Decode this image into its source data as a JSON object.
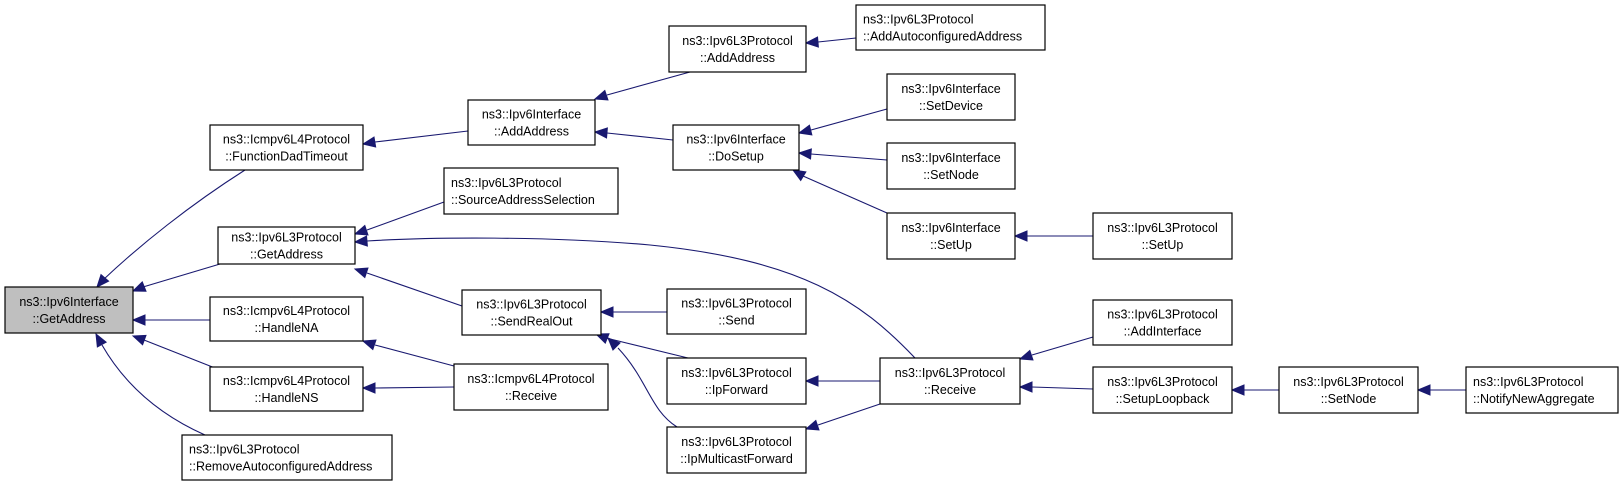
{
  "title": "Caller graph of ns3::Ipv6Interface::GetAddress",
  "colors": {
    "edge": "#191970",
    "root_fill": "#bfbfbf",
    "node_fill": "#ffffff",
    "node_border": "#000000"
  },
  "nodes": [
    {
      "id": "n0",
      "line1": "ns3::Ipv6Interface",
      "line2": "::GetAddress",
      "root": true
    },
    {
      "id": "n1",
      "line1": "ns3::Icmpv6L4Protocol",
      "line2": "::FunctionDadTimeout"
    },
    {
      "id": "n2",
      "line1": "ns3::Ipv6L3Protocol",
      "line2": "::GetAddress"
    },
    {
      "id": "n3",
      "line1": "ns3::Icmpv6L4Protocol",
      "line2": "::HandleNA"
    },
    {
      "id": "n4",
      "line1": "ns3::Icmpv6L4Protocol",
      "line2": "::HandleNS"
    },
    {
      "id": "n5",
      "line1": "ns3::Ipv6L3Protocol",
      "line2": "::RemoveAutoconfiguredAddress",
      "align": "left"
    },
    {
      "id": "n6",
      "line1": "ns3::Ipv6Interface",
      "line2": "::AddAddress"
    },
    {
      "id": "n7",
      "line1": "ns3::Ipv6L3Protocol",
      "line2": "::SourceAddressSelection",
      "align": "left"
    },
    {
      "id": "n8",
      "line1": "ns3::Ipv6L3Protocol",
      "line2": "::SendRealOut"
    },
    {
      "id": "n9",
      "line1": "ns3::Icmpv6L4Protocol",
      "line2": "::Receive"
    },
    {
      "id": "n10",
      "line1": "ns3::Ipv6L3Protocol",
      "line2": "::AddAddress"
    },
    {
      "id": "n11",
      "line1": "ns3::Ipv6Interface",
      "line2": "::DoSetup"
    },
    {
      "id": "n12",
      "line1": "ns3::Ipv6L3Protocol",
      "line2": "::Send"
    },
    {
      "id": "n13",
      "line1": "ns3::Ipv6L3Protocol",
      "line2": "::IpForward"
    },
    {
      "id": "n14",
      "line1": "ns3::Ipv6L3Protocol",
      "line2": "::IpMulticastForward"
    },
    {
      "id": "n15",
      "line1": "ns3::Ipv6L3Protocol",
      "line2": "::AddAutoconfiguredAddress",
      "align": "left"
    },
    {
      "id": "n16",
      "line1": "ns3::Ipv6Interface",
      "line2": "::SetDevice"
    },
    {
      "id": "n17",
      "line1": "ns3::Ipv6Interface",
      "line2": "::SetNode"
    },
    {
      "id": "n18",
      "line1": "ns3::Ipv6Interface",
      "line2": "::SetUp"
    },
    {
      "id": "n19",
      "line1": "ns3::Ipv6L3Protocol",
      "line2": "::Receive"
    },
    {
      "id": "n20",
      "line1": "ns3::Ipv6L3Protocol",
      "line2": "::SetUp"
    },
    {
      "id": "n21",
      "line1": "ns3::Ipv6L3Protocol",
      "line2": "::AddInterface"
    },
    {
      "id": "n22",
      "line1": "ns3::Ipv6L3Protocol",
      "line2": "::SetupLoopback"
    },
    {
      "id": "n23",
      "line1": "ns3::Ipv6L3Protocol",
      "line2": "::SetNode"
    },
    {
      "id": "n24",
      "line1": "ns3::Ipv6L3Protocol",
      "line2": "::NotifyNewAggregate",
      "align": "left"
    }
  ],
  "edges": [
    {
      "from": "n1",
      "to": "n0"
    },
    {
      "from": "n2",
      "to": "n0"
    },
    {
      "from": "n3",
      "to": "n0"
    },
    {
      "from": "n4",
      "to": "n0"
    },
    {
      "from": "n5",
      "to": "n0"
    },
    {
      "from": "n6",
      "to": "n1"
    },
    {
      "from": "n7",
      "to": "n2"
    },
    {
      "from": "n19",
      "to": "n2"
    },
    {
      "from": "n8",
      "to": "n2"
    },
    {
      "from": "n9",
      "to": "n3"
    },
    {
      "from": "n9",
      "to": "n4"
    },
    {
      "from": "n10",
      "to": "n6"
    },
    {
      "from": "n11",
      "to": "n6"
    },
    {
      "from": "n15",
      "to": "n10"
    },
    {
      "from": "n16",
      "to": "n11"
    },
    {
      "from": "n17",
      "to": "n11"
    },
    {
      "from": "n18",
      "to": "n11"
    },
    {
      "from": "n20",
      "to": "n18"
    },
    {
      "from": "n12",
      "to": "n8"
    },
    {
      "from": "n13",
      "to": "n8"
    },
    {
      "from": "n14",
      "to": "n8"
    },
    {
      "from": "n19",
      "to": "n13"
    },
    {
      "from": "n19",
      "to": "n14"
    },
    {
      "from": "n21",
      "to": "n19"
    },
    {
      "from": "n22",
      "to": "n19"
    },
    {
      "from": "n23",
      "to": "n22"
    },
    {
      "from": "n24",
      "to": "n23"
    }
  ]
}
